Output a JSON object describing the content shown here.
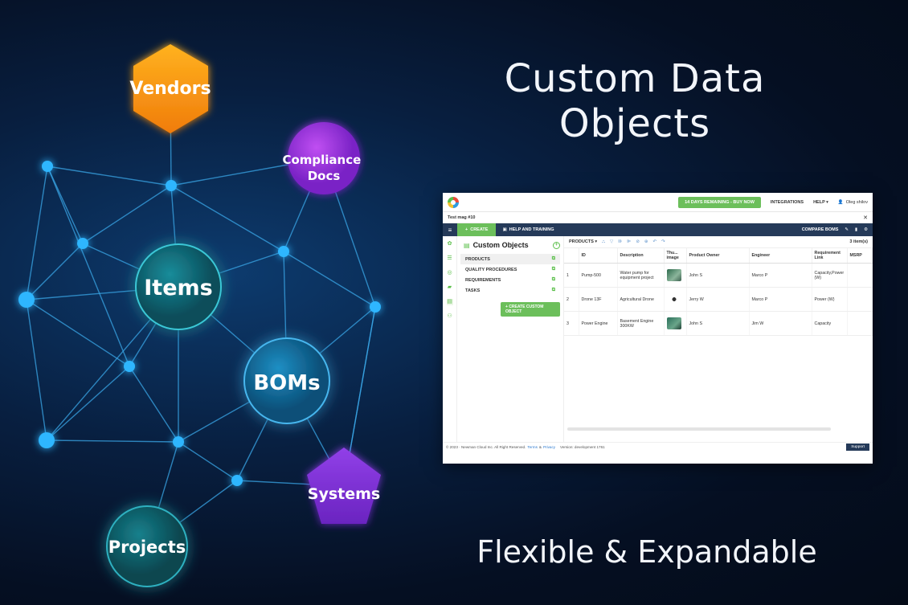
{
  "hero": {
    "title": "Custom Data Objects",
    "subtitle": "Flexible & Expandable"
  },
  "network": {
    "nodes": [
      {
        "label_lines": [
          "Vendors"
        ],
        "shape": "hexagon",
        "color": "#f59a16"
      },
      {
        "label_lines": [
          "Compliance",
          "Docs"
        ],
        "shape": "circle",
        "color": "#a13ee8"
      },
      {
        "label_lines": [
          "Items"
        ],
        "shape": "circle",
        "color": "#0f6a78"
      },
      {
        "label_lines": [
          "BOMs"
        ],
        "shape": "circle",
        "color": "#1473a8"
      },
      {
        "label_lines": [
          "Systems"
        ],
        "shape": "pentagon",
        "color": "#7a2fd0"
      },
      {
        "label_lines": [
          "Projects"
        ],
        "shape": "circle",
        "color": "#0f6470"
      }
    ],
    "glow_color": "#2fb6ff"
  },
  "app": {
    "trial_button": "14 DAYS REMAINING - BUY NOW",
    "integrations": "INTEGRATIONS",
    "help": "HELP ▾",
    "user_name": "Oleg shilov",
    "tab_name": "Test mag #10",
    "close": "✕",
    "nav": {
      "create": "CREATE",
      "help_training": "HELP AND TRAINING",
      "compare_boms": "COMPARE BOMS"
    },
    "panel": {
      "title": "Custom Objects",
      "items": [
        {
          "label": "PRODUCTS"
        },
        {
          "label": "QUALITY PROCEDURES"
        },
        {
          "label": "REQUIREMENTS"
        },
        {
          "label": "TASKS"
        }
      ],
      "create_button": "CREATE CUSTOM OBJECT"
    },
    "grid": {
      "selector": "PRODUCTS ▾",
      "count": "3 item(s)",
      "columns": [
        "",
        "ID",
        "Description",
        "Thu... image",
        "Product Owner",
        "Engineer",
        "Requirement Link",
        "MSRP"
      ],
      "rows": [
        {
          "n": "1",
          "id": "Pump-500",
          "desc": "Water pump for equipment project",
          "thumb": "pump",
          "owner": "John S",
          "engineer": "Marco P",
          "req": "Capacity,Power (W)"
        },
        {
          "n": "2",
          "id": "Drone 13F",
          "desc": "Agricultural Drone",
          "thumb": "drone",
          "owner": "Jerry W",
          "engineer": "Marco P",
          "req": "Power (W)"
        },
        {
          "n": "3",
          "id": "Power Engine",
          "desc": "Basement Engine 300KW",
          "thumb": "engine",
          "owner": "John S",
          "engineer": "Jim W",
          "req": "Capacity"
        }
      ]
    },
    "footer": {
      "copyright": "© 2023 · Newman Cloud Inc. All Right Reserved.",
      "terms": "Terms",
      "amp": "&",
      "privacy": "Privacy",
      "version": "Version: development 1761",
      "support": "Support"
    }
  }
}
